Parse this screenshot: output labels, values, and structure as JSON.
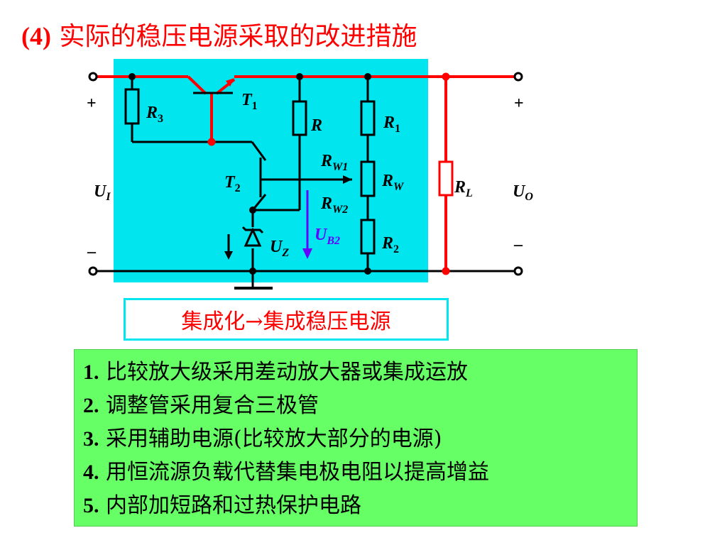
{
  "title": {
    "number": "(4)",
    "text": "实际的稳压电源采取的改进措施"
  },
  "circuit": {
    "colors": {
      "panel": "#00e5ee",
      "wire_red": "#ff0000",
      "wire_black": "#000000",
      "arrow_ub2": "#6600ff"
    },
    "labels": {
      "input_plus": "+",
      "input_minus": "–",
      "input_voltage": "U",
      "input_voltage_sub": "I",
      "output_plus": "+",
      "output_minus": "–",
      "output_voltage": "U",
      "output_voltage_sub": "O",
      "t1": "T",
      "t1_sub": "1",
      "t2": "T",
      "t2_sub": "2",
      "r3": "R",
      "r3_sub": "3",
      "r": "R",
      "r1": "R",
      "r1_sub": "1",
      "rw": "R",
      "rw_sub": "W",
      "rw1": "R",
      "rw1_sub": "W1",
      "rw2": "R",
      "rw2_sub": "W2",
      "r2": "R",
      "r2_sub": "2",
      "rl": "R",
      "rl_sub": "L",
      "uz": "U",
      "uz_sub": "Z",
      "ub2": "U",
      "ub2_sub": "B2"
    }
  },
  "banner": {
    "text": "集成化→集成稳压电源"
  },
  "points": [
    {
      "num": "1.",
      "text": " 比较放大级采用差动放大器或集成运放"
    },
    {
      "num": "2.",
      "text": " 调整管采用复合三极管"
    },
    {
      "num": "3.",
      "text": " 采用辅助电源(比较放大部分的电源)"
    },
    {
      "num": "4.",
      "text": " 用恒流源负载代替集电极电阻以提高增益"
    },
    {
      "num": "5.",
      "text": " 内部加短路和过热保护电路"
    }
  ]
}
